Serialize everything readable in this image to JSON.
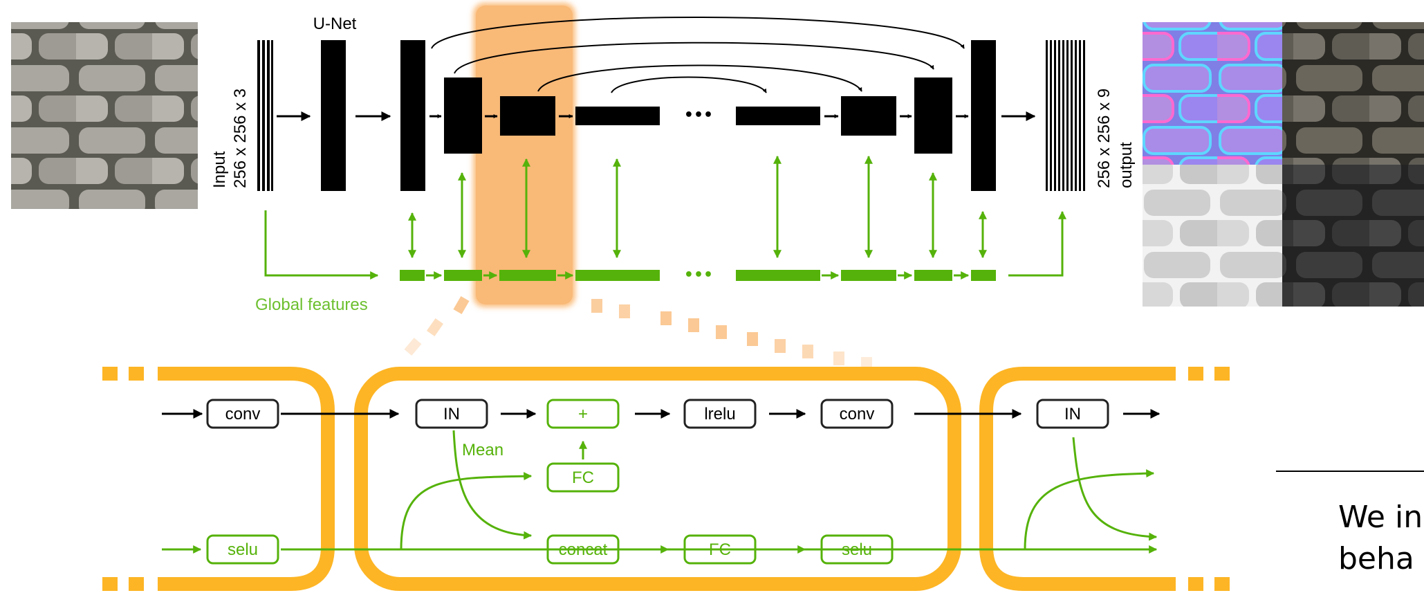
{
  "colors": {
    "black": "#000000",
    "green": "#55b20a",
    "label_green": "#6cbf2e",
    "orange_band": "#fbbf80",
    "pipe": "#fdb525"
  },
  "top": {
    "unet_label": "U-Net",
    "input_label": "Input",
    "input_dims": "256 x 256 x 3",
    "output_label": "output",
    "output_dims": "256 x 256 x 9",
    "global_features": "Global features",
    "ellipsis": "•••"
  },
  "bottom": {
    "conv1": "conv",
    "in1": "IN",
    "plus": "+",
    "lrelu": "lrelu",
    "conv2": "conv",
    "in2": "IN",
    "mean": "Mean",
    "fc_top": "FC",
    "selu1": "selu",
    "concat": "concat",
    "fc_bottom": "FC",
    "selu2": "selu"
  },
  "caption": {
    "line1": "We in",
    "line2": "beha"
  },
  "images": {
    "input_photo": "cobblestone-photo",
    "normal_map": "normal-map",
    "diffuse_map": "diffuse-map",
    "roughness_map": "roughness-map",
    "specular_map": "specular-map"
  }
}
